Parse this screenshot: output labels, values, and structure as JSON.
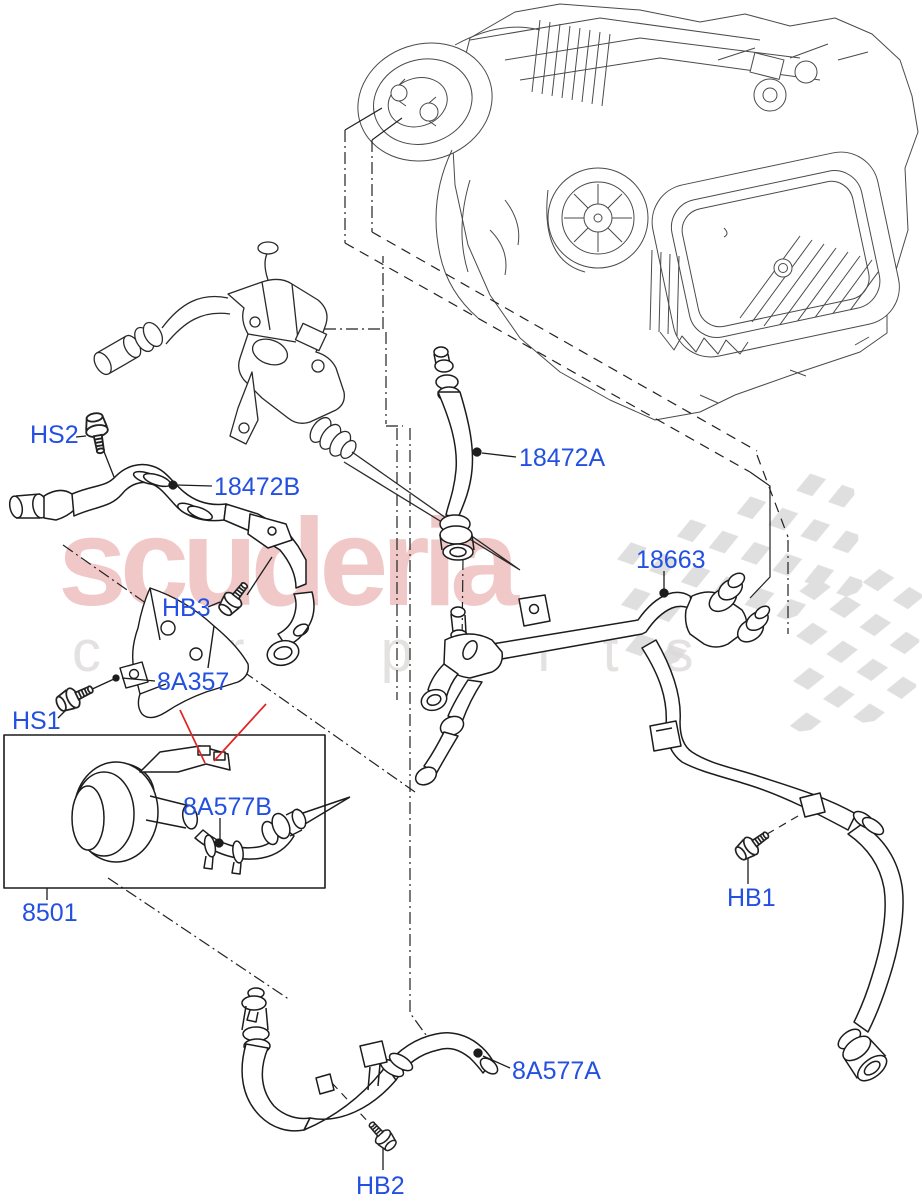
{
  "diagram": {
    "title_context": "heater hoses exploded parts diagram",
    "watermark": {
      "brand": "scuderia",
      "subtitle": "car parts",
      "brand_color": "#f2cccc",
      "subtitle_color": "#e4e1e1"
    },
    "colors": {
      "label_blue": "#2350e0",
      "line_black": "#1c1c1c",
      "pointer_red": "#e02424",
      "flag_gray": "#dadada"
    },
    "labels": {
      "hs2": {
        "text": "HS2"
      },
      "p18472b": {
        "text": "18472B"
      },
      "hb3": {
        "text": "HB3"
      },
      "p8a357": {
        "text": "8A357"
      },
      "hs1": {
        "text": "HS1"
      },
      "p8501": {
        "text": "8501"
      },
      "p8a577b": {
        "text": "8A577B"
      },
      "p18472a": {
        "text": "18472A"
      },
      "p18663": {
        "text": "18663"
      },
      "hb1": {
        "text": "HB1"
      },
      "p8a577a": {
        "text": "8A577A"
      },
      "hb2": {
        "text": "HB2"
      }
    }
  }
}
